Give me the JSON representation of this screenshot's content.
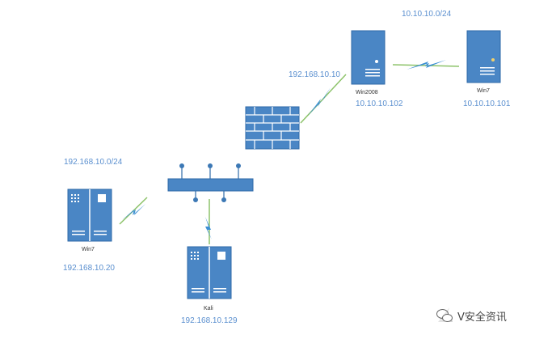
{
  "nodes": {
    "win2008": {
      "name": "Win2008",
      "ip": "10.10.10.102"
    },
    "win7_remote": {
      "name": "Win7",
      "ip": "10.10.10.101"
    },
    "win7_local": {
      "name": "Win7",
      "ip": "192.168.10.20"
    },
    "kali": {
      "name": "Kali",
      "ip": "192.168.10.129"
    }
  },
  "labels": {
    "subnet_remote": "10.10.10.0/24",
    "subnet_local": "192.168.10.0/24",
    "firewall_link_ip": "192.168.10.10"
  },
  "watermark": {
    "text": "V安全资讯"
  },
  "colors": {
    "device_blue": "#4a86c5",
    "device_border": "#2f6aa8",
    "firewall_blue": "#4a86c5",
    "link_green": "#8dc36a",
    "lightning_blue": "#3c8fd4",
    "label_blue": "#5a8fcf"
  }
}
